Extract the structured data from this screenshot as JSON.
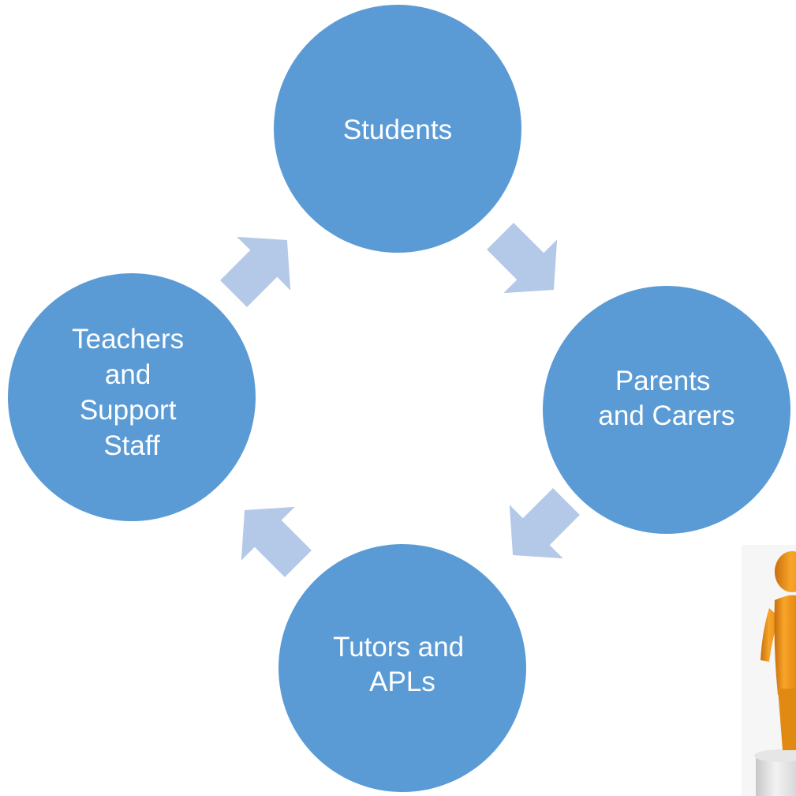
{
  "diagram": {
    "type": "cycle",
    "nodes": [
      {
        "id": "students",
        "lines": [
          "Students"
        ]
      },
      {
        "id": "parents",
        "lines": [
          "Parents",
          "and Carers"
        ]
      },
      {
        "id": "tutors",
        "lines": [
          "Tutors and",
          "APLs"
        ]
      },
      {
        "id": "teachers",
        "lines": [
          "Teachers",
          "and",
          "Support",
          "Staff"
        ]
      }
    ],
    "arrows": [
      {
        "from": "students",
        "to": "parents"
      },
      {
        "from": "parents",
        "to": "tutors"
      },
      {
        "from": "tutors",
        "to": "teachers"
      },
      {
        "from": "teachers",
        "to": "students"
      }
    ],
    "colors": {
      "node": "#5b9bd5",
      "arrow": "#b4c9e7",
      "text": "#ffffff",
      "background": "#ffffff"
    }
  },
  "clipart": {
    "icon": "person-figure-icon",
    "colors": {
      "body": "#f39a1e",
      "body_shade": "#c86e0c",
      "pedestal": "#dcdcdc"
    }
  }
}
